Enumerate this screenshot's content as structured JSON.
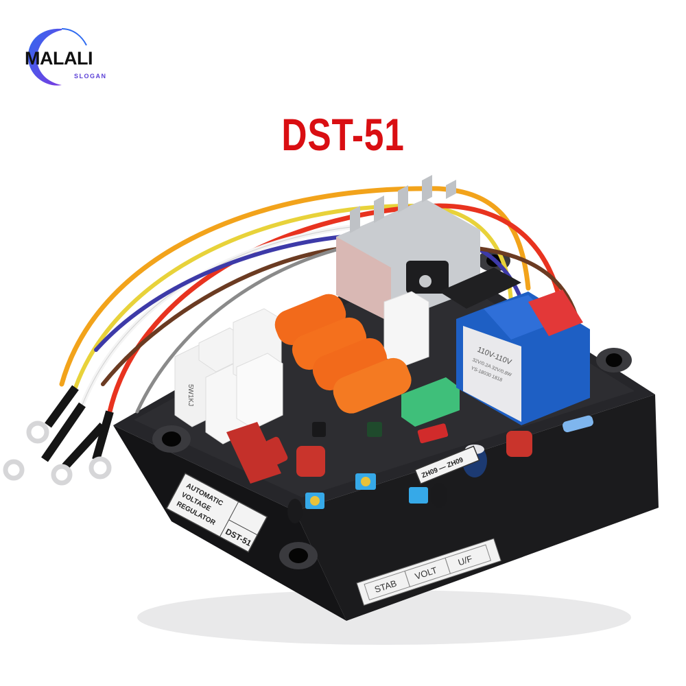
{
  "logo": {
    "brand": "MALALI",
    "slogan": "SLOGAN",
    "swoosh_color": "#5a3fd6"
  },
  "title": {
    "text": "DST-51",
    "color": "#d90e12"
  },
  "product": {
    "description": "Automatic Voltage Regulator circuit board with wire harness",
    "board_label": {
      "line1": "AUTOMATIC",
      "line2": "VOLTAGE",
      "line3": "REGULATOR",
      "model": "DST-51"
    },
    "adjust_label": {
      "items": [
        "STAB",
        "VOLT",
        "U/F"
      ]
    },
    "frequency_label": "ZH09 — ZH09",
    "transformer_label": {
      "line1": "110V-110V",
      "line2": "32V/0.2A  32V/0.8W",
      "line3": "YS-18030  1818"
    },
    "resistor_marking": "5W1KJ",
    "wire_colors": [
      "#f2a31b",
      "#e8d23a",
      "#e8331f",
      "#ffffff",
      "#3d3aa8",
      "#6b3b22",
      "#8a8a8a"
    ],
    "colors": {
      "board": "#1f1f22",
      "capacitor_orange": "#f26a1b",
      "capacitor_red": "#c4302a",
      "heatsink": "#cfd2d6",
      "transformer_blue": "#1e5fc4"
    }
  }
}
